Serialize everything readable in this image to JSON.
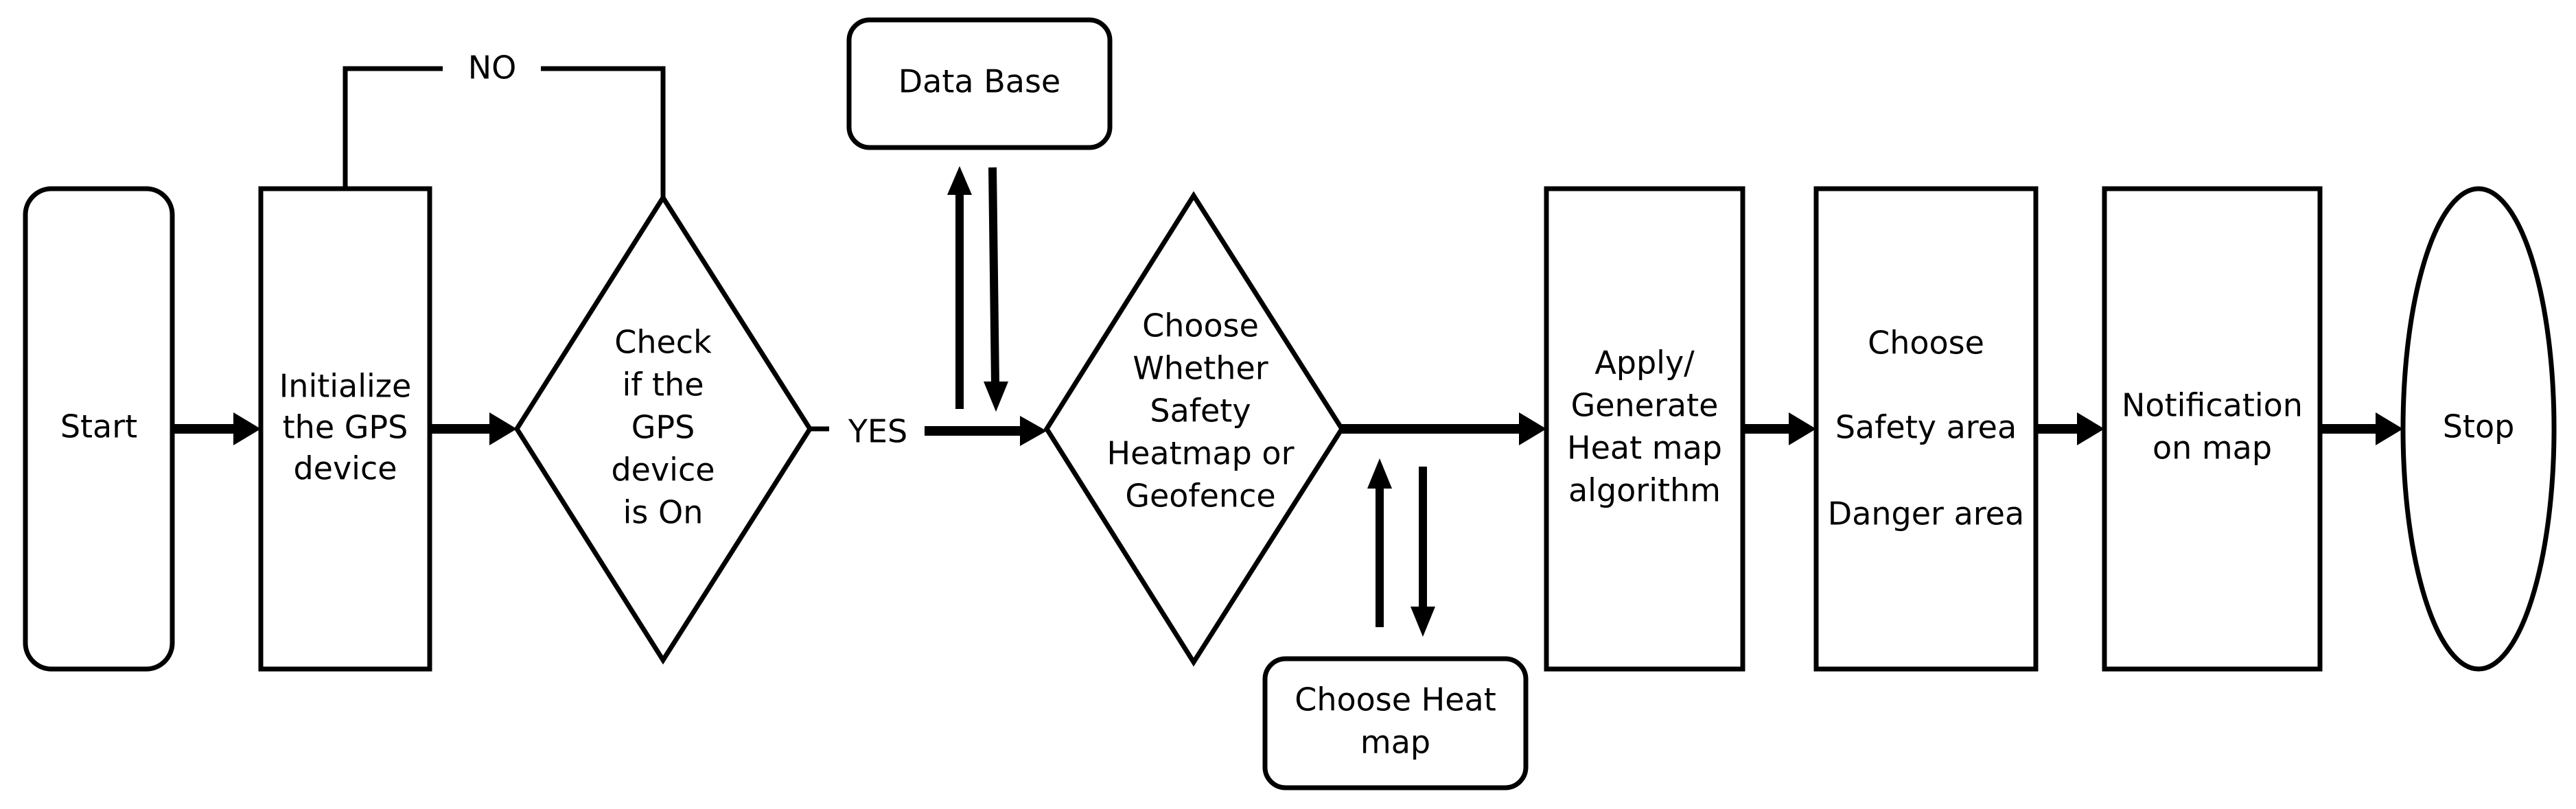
{
  "diagram": {
    "nodes": {
      "start": "Start",
      "init_gps": [
        "Initialize",
        "the GPS",
        "device"
      ],
      "check_gps": [
        "Check",
        "if the",
        "GPS",
        "device",
        "is On"
      ],
      "database": "Data Base",
      "choose_mode": [
        "Choose",
        "Whether",
        "Safety",
        "Heatmap or",
        "Geofence"
      ],
      "choose_heat_map": [
        "Choose Heat",
        "map"
      ],
      "apply_heat_map": [
        "Apply/",
        "Generate",
        "Heat map",
        "algorithm"
      ],
      "choose_area": [
        "Choose",
        "Safety area",
        "Danger area"
      ],
      "notification": [
        "Notification",
        "on map"
      ],
      "stop": "Stop"
    },
    "edge_labels": {
      "no": "NO",
      "yes": "YES"
    }
  }
}
